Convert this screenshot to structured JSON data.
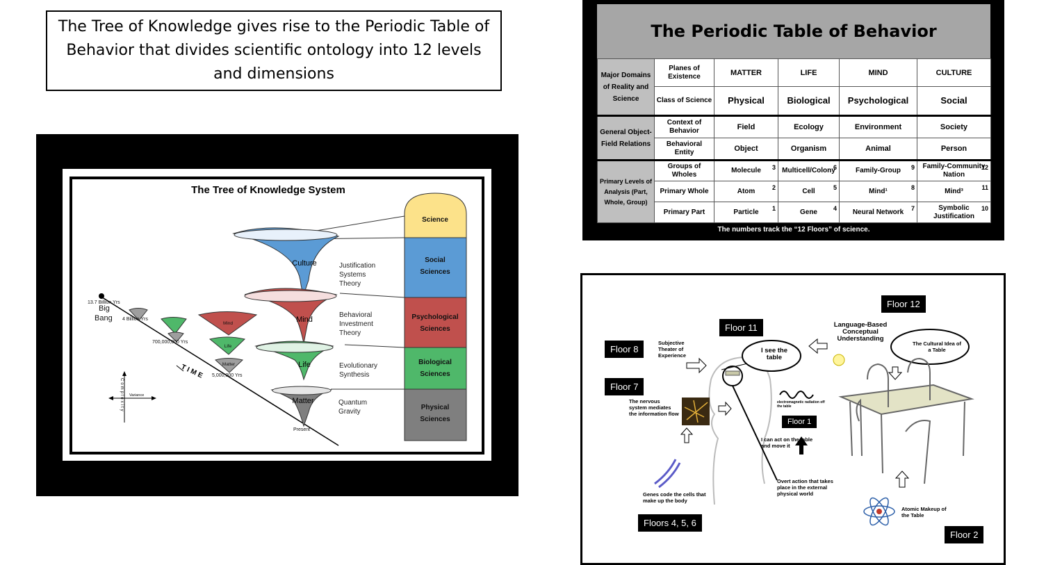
{
  "intro": {
    "text": "The Tree of Knowledge gives rise to the Periodic Table of Behavior that divides scientific ontology into 12 levels and dimensions"
  },
  "tree": {
    "title": "The Tree of Knowledge System",
    "levels": [
      {
        "name": "Culture",
        "theory": [
          "Justification",
          "Systems",
          "Theory"
        ],
        "color": "#5b9bd5"
      },
      {
        "name": "Mind",
        "theory": [
          "Behavioral",
          "Investment",
          "Theory"
        ],
        "color": "#c0504d"
      },
      {
        "name": "Life",
        "theory": [
          "Evolutionary",
          "Synthesis"
        ],
        "color": "#4fb86a"
      },
      {
        "name": "Matter",
        "theory": [
          "Quantum",
          "Gravity"
        ],
        "color": "#7f7f7f"
      }
    ],
    "sciences": [
      {
        "label": [
          "Science"
        ],
        "color": "#fce28a"
      },
      {
        "label": [
          "Social",
          "Sciences"
        ],
        "color": "#5b9bd5"
      },
      {
        "label": [
          "Psychological",
          "Sciences"
        ],
        "color": "#c0504d"
      },
      {
        "label": [
          "Biological",
          "Sciences"
        ],
        "color": "#4fb86a"
      },
      {
        "label": [
          "Physical",
          "Sciences"
        ],
        "color": "#7f7f7f"
      }
    ],
    "timeline": {
      "big_bang_years": "13.7 Billion Yrs",
      "big_bang": [
        "Big",
        "Bang"
      ],
      "four_billion": "4 Billion Yrs",
      "seven_hundred_million": "700,000,000 Yrs",
      "five_million": "5,000,000 Yrs",
      "present": "Present",
      "time_label": "TIME",
      "small_labels": [
        "Mind",
        "Life",
        "Matter"
      ]
    },
    "axes": {
      "vertical": "Complexity",
      "horizontal": "Variance"
    }
  },
  "periodic_table": {
    "title": "The Periodic Table of Behavior",
    "domains": [
      "MATTER",
      "LIFE",
      "MIND",
      "CULTURE"
    ],
    "groups": [
      {
        "label": "Major Domains of Reality and Science",
        "rows": [
          {
            "label": "Planes of Existence",
            "cells": [
              "MATTER",
              "LIFE",
              "MIND",
              "CULTURE"
            ]
          },
          {
            "label": "Class of Science",
            "cells": [
              "Physical",
              "Biological",
              "Psychological",
              "Social"
            ]
          }
        ]
      },
      {
        "label": "General Object-Field Relations",
        "rows": [
          {
            "label": "Context of Behavior",
            "cells": [
              "Field",
              "Ecology",
              "Environment",
              "Society"
            ]
          },
          {
            "label": "Behavioral Entity",
            "cells": [
              "Object",
              "Organism",
              "Animal",
              "Person"
            ]
          }
        ]
      },
      {
        "label": "Primary Levels of Analysis (Part, Whole, Group)",
        "rows": [
          {
            "label": "Groups of Wholes",
            "cells": [
              "Molecule",
              "Multicell/Colony",
              "Family-Group",
              "Family-Community Nation"
            ],
            "nums": [
              "3",
              "6",
              "9",
              "12"
            ]
          },
          {
            "label": "Primary Whole",
            "cells": [
              "Atom",
              "Cell",
              "Mind¹",
              "Mind³"
            ],
            "nums": [
              "2",
              "5",
              "8",
              "11"
            ]
          },
          {
            "label": "Primary Part",
            "cells": [
              "Particle",
              "Gene",
              "Neural Network",
              "Symbolic Justification"
            ],
            "nums": [
              "1",
              "4",
              "7",
              "10"
            ]
          }
        ]
      }
    ],
    "note": "The numbers track the “12 Floors” of science."
  },
  "floors": {
    "badges": [
      "Floor 12",
      "Floor 11",
      "Floor 8",
      "Floor 7",
      "Floor 1",
      "Floors 4, 5, 6",
      "Floor 2"
    ],
    "subjective": "Subjective Theater of Experience",
    "see_table": "I see the table",
    "language": "Language-Based Conceptual Understanding",
    "cultural_idea": "The Cultural Idea of a Table",
    "nervous": "The nervous system mediates the information flow",
    "em": "electromagnetic radiation off the table",
    "act": "I can act on the table and move it",
    "overt": "Overt action that takes place in the external physical world",
    "genes": "Genes code the cells that make up the body",
    "atomic": "Atomic Makeup of the Table"
  }
}
